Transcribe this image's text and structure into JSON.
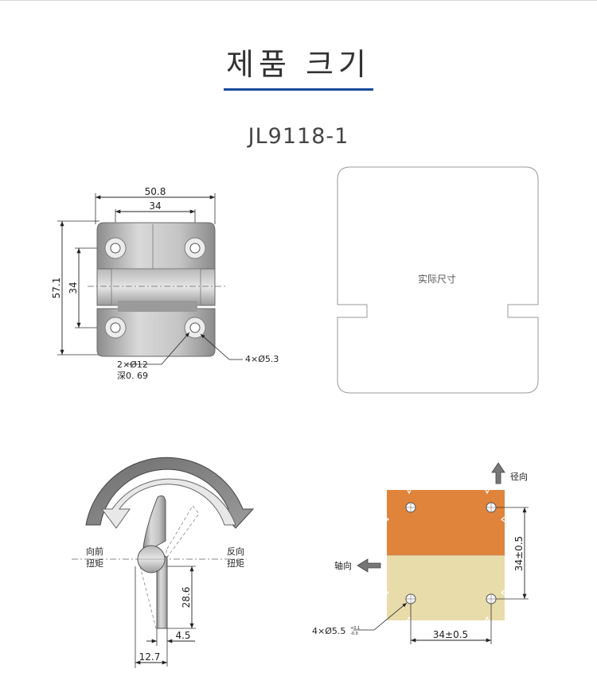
{
  "page": {
    "title": "제품 크기",
    "model": "JL9118-1"
  },
  "dimension_drawing": {
    "width_total": "50.8",
    "hole_spacing_h": "34",
    "height_total": "57.1",
    "hole_spacing_v": "34",
    "counterbore_note_line1": "2×Ø12",
    "counterbore_note_line2": "深0. 69",
    "hole_note": "4×Ø5.3"
  },
  "actual_size": {
    "label": "实际尺寸"
  },
  "torque_diagram": {
    "forward_label_line1": "向前",
    "forward_label_line2": "扭矩",
    "reverse_label_line1": "反向",
    "reverse_label_line2": "扭矩",
    "height_dim": "28.6",
    "thickness_dim": "4.5",
    "base_dim": "12.7"
  },
  "mounting_diagram": {
    "radial_label": "径向",
    "axial_label": "轴向",
    "vertical_spacing": "34±0.5",
    "horizontal_spacing": "34±0.5",
    "hole_note": "4×Ø5.5",
    "hole_tol_upper": "+0.1",
    "hole_tol_lower": "-0.0",
    "colors": {
      "upper_plate": "#e0843c",
      "lower_plate": "#e8dcaa"
    }
  }
}
